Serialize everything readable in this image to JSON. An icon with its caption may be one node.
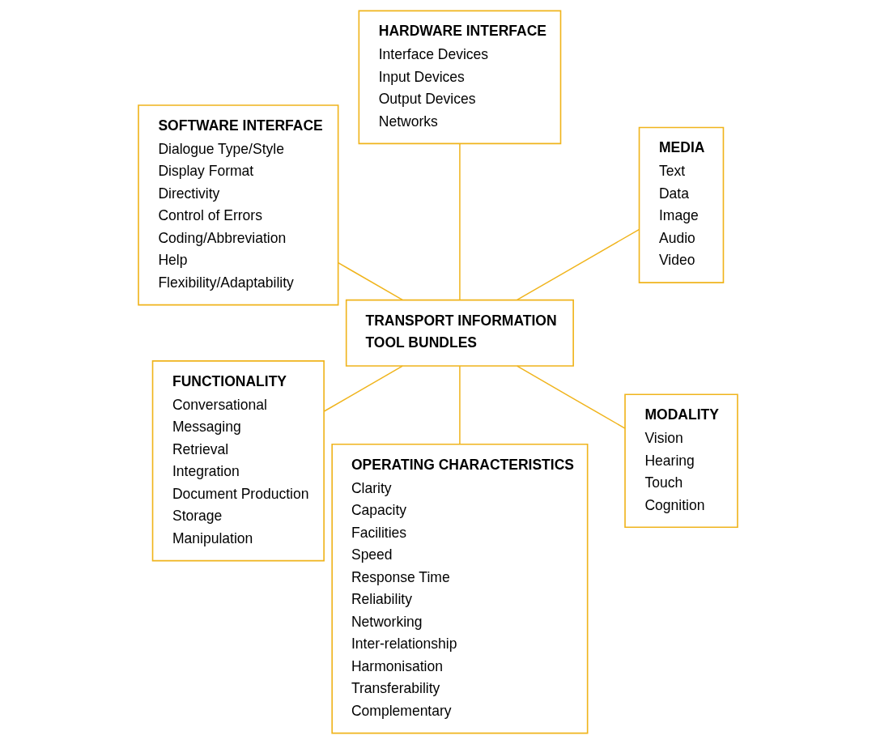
{
  "diagram": {
    "nodes": [
      {
        "text": [
          "TRANSPORT INFORMATION TOOL BUNDLES"
        ]
      },
      {
        "text": [
          "MEDIA",
          "Text",
          "Data",
          "Image",
          "Audio",
          "Video"
        ]
      },
      {
        "text": [
          "HARDWARE INTERFACE",
          "Interface Devices",
          "Input Devices",
          "Output Devices",
          "Networks"
        ]
      },
      {
        "text": [
          "SOFTWARE INTERFACE",
          "Dialogue Type/Style",
          "Display Format",
          "Directivity",
          "Control of Errors",
          "Coding/Abbreviation",
          "Help",
          "Flexibility/Adaptability"
        ]
      },
      {
        "text": [
          "FUNCTIONALITY",
          "Conversational",
          "Messaging",
          "Retrieval",
          "Integration",
          "Document Production",
          "Storage",
          "Manipulation"
        ]
      },
      {
        "text": [
          "OPERATING CHARACTERISTICS",
          "Clarity",
          "Capacity",
          "Facilities",
          "Speed",
          "Response Time",
          "Reliability",
          "Networking",
          "Inter-relationship",
          "Harmonisation",
          "Transferability",
          "Complementary"
        ]
      },
      {
        "text": [
          "MODALITY",
          "Vision",
          "Hearing",
          "Touch",
          "Cognition"
        ]
      }
    ],
    "edges": [
      {
        "from": 0,
        "to": 1,
        "arrow": "none"
      },
      {
        "from": 0,
        "to": 2,
        "arrow": "none"
      },
      {
        "from": 0,
        "to": 3,
        "arrow": "none"
      },
      {
        "from": 0,
        "to": 4,
        "arrow": "none"
      },
      {
        "from": 0,
        "to": 5,
        "arrow": "none"
      },
      {
        "from": 0,
        "to": 6,
        "arrow": "none"
      }
    ]
  }
}
